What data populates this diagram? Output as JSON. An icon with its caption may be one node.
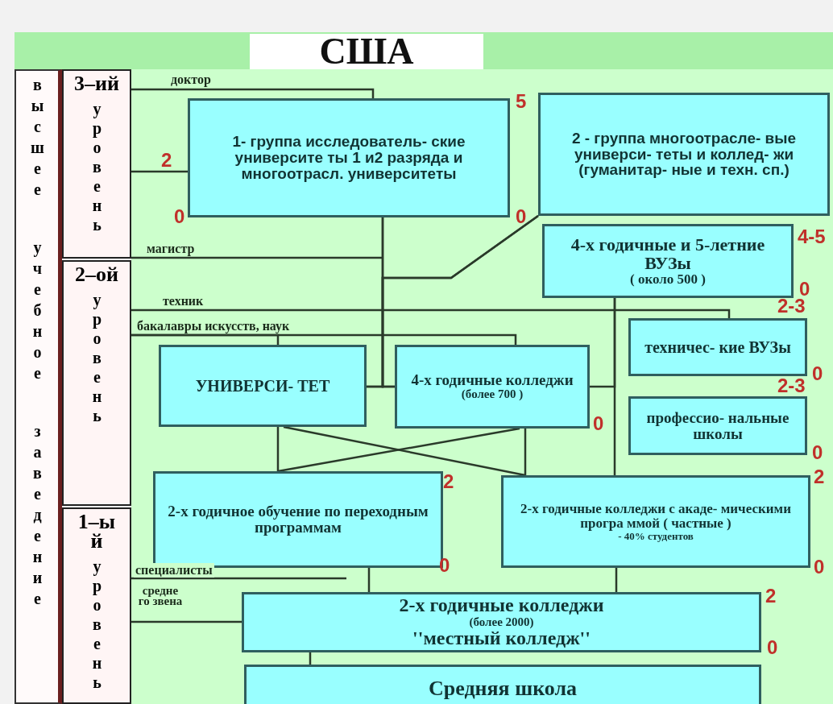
{
  "diagram": {
    "title": "США",
    "nodes": [
      {
        "text": [
          "высшее учебное заведение"
        ]
      },
      {
        "text": [
          "3–ий",
          "уровень"
        ]
      },
      {
        "text": [
          "2–ой",
          "уровень"
        ]
      },
      {
        "text": [
          "1–ый",
          "уровень"
        ]
      },
      {
        "text": [
          "1- группа исследователь- ские университе ты 1 и2 разряда и многоотрасл. университеты"
        ],
        "beside": [
          "5",
          "2",
          "0",
          "0"
        ]
      },
      {
        "text": [
          "2 - группа многоотрасле- вые универси- теты и коллед- жи (гуманитар- ные и техн. сп.)"
        ]
      },
      {
        "text": [
          "4-х годичные и 5-летние ВУЗы",
          "( около 500 )"
        ],
        "beside": [
          "4-5",
          "0"
        ]
      },
      {
        "text": [
          "УНИВЕРСИ- ТЕТ"
        ]
      },
      {
        "text": [
          "4-х годичные колледжи",
          "(более 700 )"
        ],
        "beside": [
          "0"
        ]
      },
      {
        "text": [
          "техничес- кие ВУЗы"
        ],
        "beside": [
          "2-3",
          "0"
        ]
      },
      {
        "text": [
          "профессио- нальные школы"
        ],
        "beside": [
          "2-3",
          "0"
        ]
      },
      {
        "text": [
          "2-х годичное обучение по переходным программам"
        ],
        "beside": [
          "2",
          "0"
        ]
      },
      {
        "text": [
          "2-х годичные колледжи с акаде- мическими програ ммой ( частные )",
          "- 40% студентов"
        ],
        "beside": [
          "2",
          "0"
        ]
      },
      {
        "text": [
          "2-х годичные колледжи",
          "(более 2000)",
          "''местный колледж''"
        ],
        "beside": [
          "2",
          "0"
        ]
      },
      {
        "text": [
          "Средняя школа"
        ]
      }
    ],
    "edges": [
      {
        "from": 1,
        "to": 4,
        "arrow": "none",
        "label": "доктор"
      },
      {
        "from": 1,
        "to": 4,
        "arrow": "none"
      },
      {
        "from": 1,
        "to": null,
        "arrow": "none",
        "label": "магистр"
      },
      {
        "from": 4,
        "to": 7,
        "arrow": "none"
      },
      {
        "from": 4,
        "to": 8,
        "arrow": "none"
      },
      {
        "from": 5,
        "to": 7,
        "arrow": "none"
      },
      {
        "from": 5,
        "to": 8,
        "arrow": "none"
      },
      {
        "from": 2,
        "to": 9,
        "arrow": "none",
        "label": "техник"
      },
      {
        "from": 2,
        "to": 7,
        "arrow": "none",
        "label": "бакалавры искусств, наук"
      },
      {
        "from": 2,
        "to": 8,
        "arrow": "none"
      },
      {
        "from": 6,
        "to": 12,
        "arrow": "none"
      },
      {
        "from": 8,
        "to": 6,
        "arrow": "none"
      },
      {
        "from": 7,
        "to": 11,
        "arrow": "none"
      },
      {
        "from": 7,
        "to": 12,
        "arrow": "none"
      },
      {
        "from": 8,
        "to": 11,
        "arrow": "none"
      },
      {
        "from": 8,
        "to": 12,
        "arrow": "none"
      },
      {
        "from": 11,
        "to": 13,
        "arrow": "none"
      },
      {
        "from": 12,
        "to": 13,
        "arrow": "none"
      },
      {
        "from": 13,
        "to": 14,
        "arrow": "none"
      },
      {
        "from": 3,
        "to": null,
        "arrow": "none",
        "label": "специалисты"
      },
      {
        "from": 3,
        "to": 13,
        "arrow": "none",
        "label": "средне го звена"
      }
    ]
  }
}
